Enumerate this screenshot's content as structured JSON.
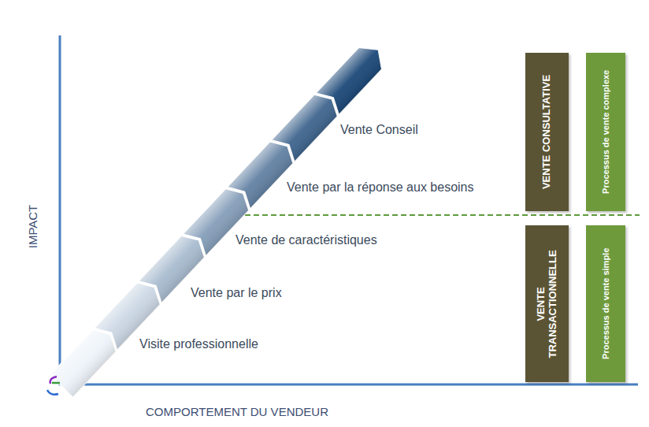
{
  "diagram": {
    "nodes": [
      {
        "text": [
          "VENTE CONSULTATIVE"
        ]
      },
      {
        "text": [
          "Processus de vente complexe"
        ]
      },
      {
        "text": [
          "VENTE TRANSACTIONNELLE"
        ]
      },
      {
        "text": [
          "Processus de vente simple"
        ]
      }
    ],
    "labels": [
      "Vente Conseil",
      "Vente par la réponse aux besoins",
      "Vente de caractéristiques",
      "Vente par le prix",
      "Visite professionnelle",
      "IMPACT",
      "COMPORTEMENT DU VENDEUR"
    ]
  }
}
